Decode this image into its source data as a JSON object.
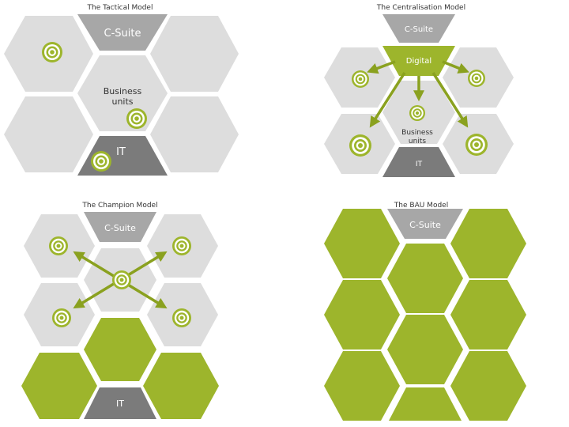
{
  "colors": {
    "light_hex": "#dddddd",
    "gray_trap": "#a7a7a7",
    "dark_trap": "#7b7b7b",
    "green": "#9db52c",
    "green_dark": "#8aa11f",
    "white": "#ffffff",
    "text": "#333333"
  },
  "icons": {
    "target": "target-icon",
    "arrow": "arrow-icon"
  },
  "panels": {
    "tactical": {
      "title": "The Tactical Model",
      "c_suite": "C-Suite",
      "business_units_line1": "Business",
      "business_units_line2": "units",
      "it": "IT"
    },
    "centralisation": {
      "title": "The Centralisation Model",
      "c_suite": "C-Suite",
      "digital": "Digital",
      "business_units_line1": "Business",
      "business_units_line2": "units",
      "it": "IT"
    },
    "champion": {
      "title": "The Champion Model",
      "c_suite": "C-Suite",
      "it": "IT"
    },
    "bau": {
      "title": "The BAU Model",
      "c_suite": "C-Suite"
    }
  }
}
